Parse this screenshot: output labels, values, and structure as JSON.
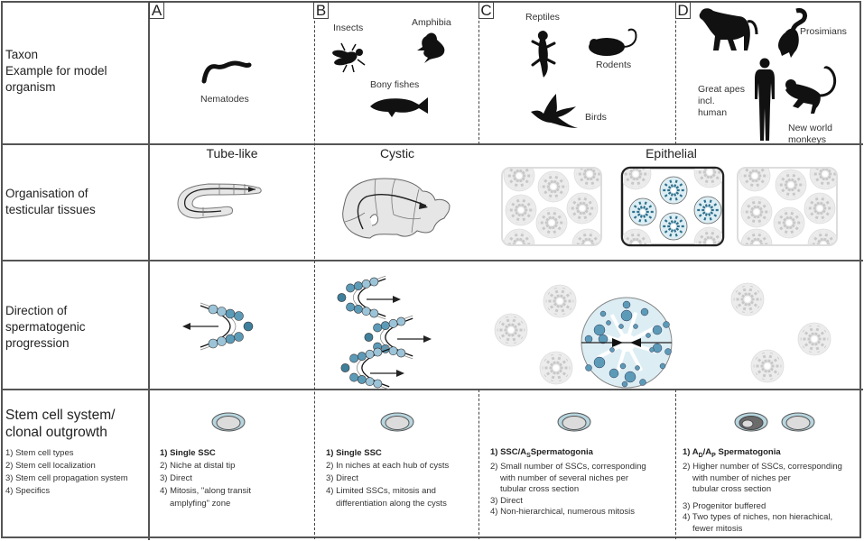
{
  "columns": {
    "A": {
      "letter": "A"
    },
    "B": {
      "letter": "B"
    },
    "C": {
      "letter": "C"
    },
    "D": {
      "letter": "D"
    }
  },
  "rows": {
    "taxon": {
      "label_lines": [
        "Taxon",
        "Example for model",
        "organism"
      ]
    },
    "organisation": {
      "label_lines": [
        "Organisation of",
        "testicular tissues"
      ]
    },
    "direction": {
      "label_lines": [
        "Direction of",
        "spermatogenic",
        "progression"
      ]
    },
    "stemcell": {
      "label_lines": [
        "Stem cell system/",
        "clonal outgrowth"
      ],
      "criteria": [
        "1) Stem cell types",
        "2) Stem cell localization",
        "3) Stem cell propagation system",
        "4) Specifics"
      ]
    }
  },
  "taxa": {
    "A": [
      {
        "name": "Nematodes",
        "icon": "worm-icon"
      }
    ],
    "B": [
      {
        "name": "Insects",
        "icon": "fly-icon"
      },
      {
        "name": "Amphibia",
        "icon": "frog-icon"
      },
      {
        "name": "Bony fishes",
        "icon": "fish-icon"
      }
    ],
    "C": [
      {
        "name": "Reptiles",
        "icon": "lizard-icon"
      },
      {
        "name": "Rodents",
        "icon": "mouse-icon"
      },
      {
        "name": "Birds",
        "icon": "bird-icon"
      }
    ],
    "D": [
      {
        "name": "Prosimians",
        "icon": "lemur-icon"
      },
      {
        "name_lines": [
          "Great apes",
          "incl.",
          "human"
        ],
        "icon": "human-icon"
      },
      {
        "name_lines": [
          "New world",
          "monkeys"
        ],
        "icon": "monkey-icon"
      },
      {
        "name": "",
        "icon": "baboon-icon"
      }
    ]
  },
  "organisation_types": {
    "A": "Tube-like",
    "B": "Cystic",
    "CD": "Epithelial"
  },
  "stemcell_details": {
    "A": {
      "type": "1) Single SSC",
      "items": [
        "2) Niche at distal tip",
        "3) Direct"
      ],
      "item4_lines": [
        "4) Mitosis, \"along transit",
        "amplyfing\" zone"
      ]
    },
    "B": {
      "type": "1) Single SSC",
      "items": [
        "2) In niches at each hub of cysts",
        "3) Direct"
      ],
      "item4_lines": [
        "4) Limited SSCs, mitosis and",
        "differentiation along the cysts"
      ]
    },
    "C": {
      "type_prefix": "1) SSC/A",
      "type_sub": "S",
      "type_suffix": "Spermatogonia",
      "item2_lines": [
        "2) Small number of SSCs, corresponding",
        "with number of several niches per",
        "tubular cross section"
      ],
      "item3": "3) Direct",
      "item4": "4) Non-hierarchical, numerous mitosis"
    },
    "D": {
      "type_prefix": "1) A",
      "type_sub1": "D",
      "type_mid": "/A",
      "type_sub2": "P",
      "type_suffix": " Spermatogonia",
      "item2_lines": [
        "2) Higher number of SSCs, corresponding",
        "with number of niches per",
        "tubular cross section"
      ],
      "item3": "3) Progenitor buffered",
      "item4_lines": [
        "4) Two types of niches, non hierachical,",
        "fewer mitosis"
      ]
    }
  },
  "colors": {
    "cell_dark": "#3f7f9b",
    "cell_mid": "#5c9bb8",
    "cell_light": "#9cc4d8",
    "lumen_fill": "#dceef4",
    "tissue_grey": "#e6e6e6",
    "faded_grey": "#d6d6d6",
    "line": "#444444"
  }
}
